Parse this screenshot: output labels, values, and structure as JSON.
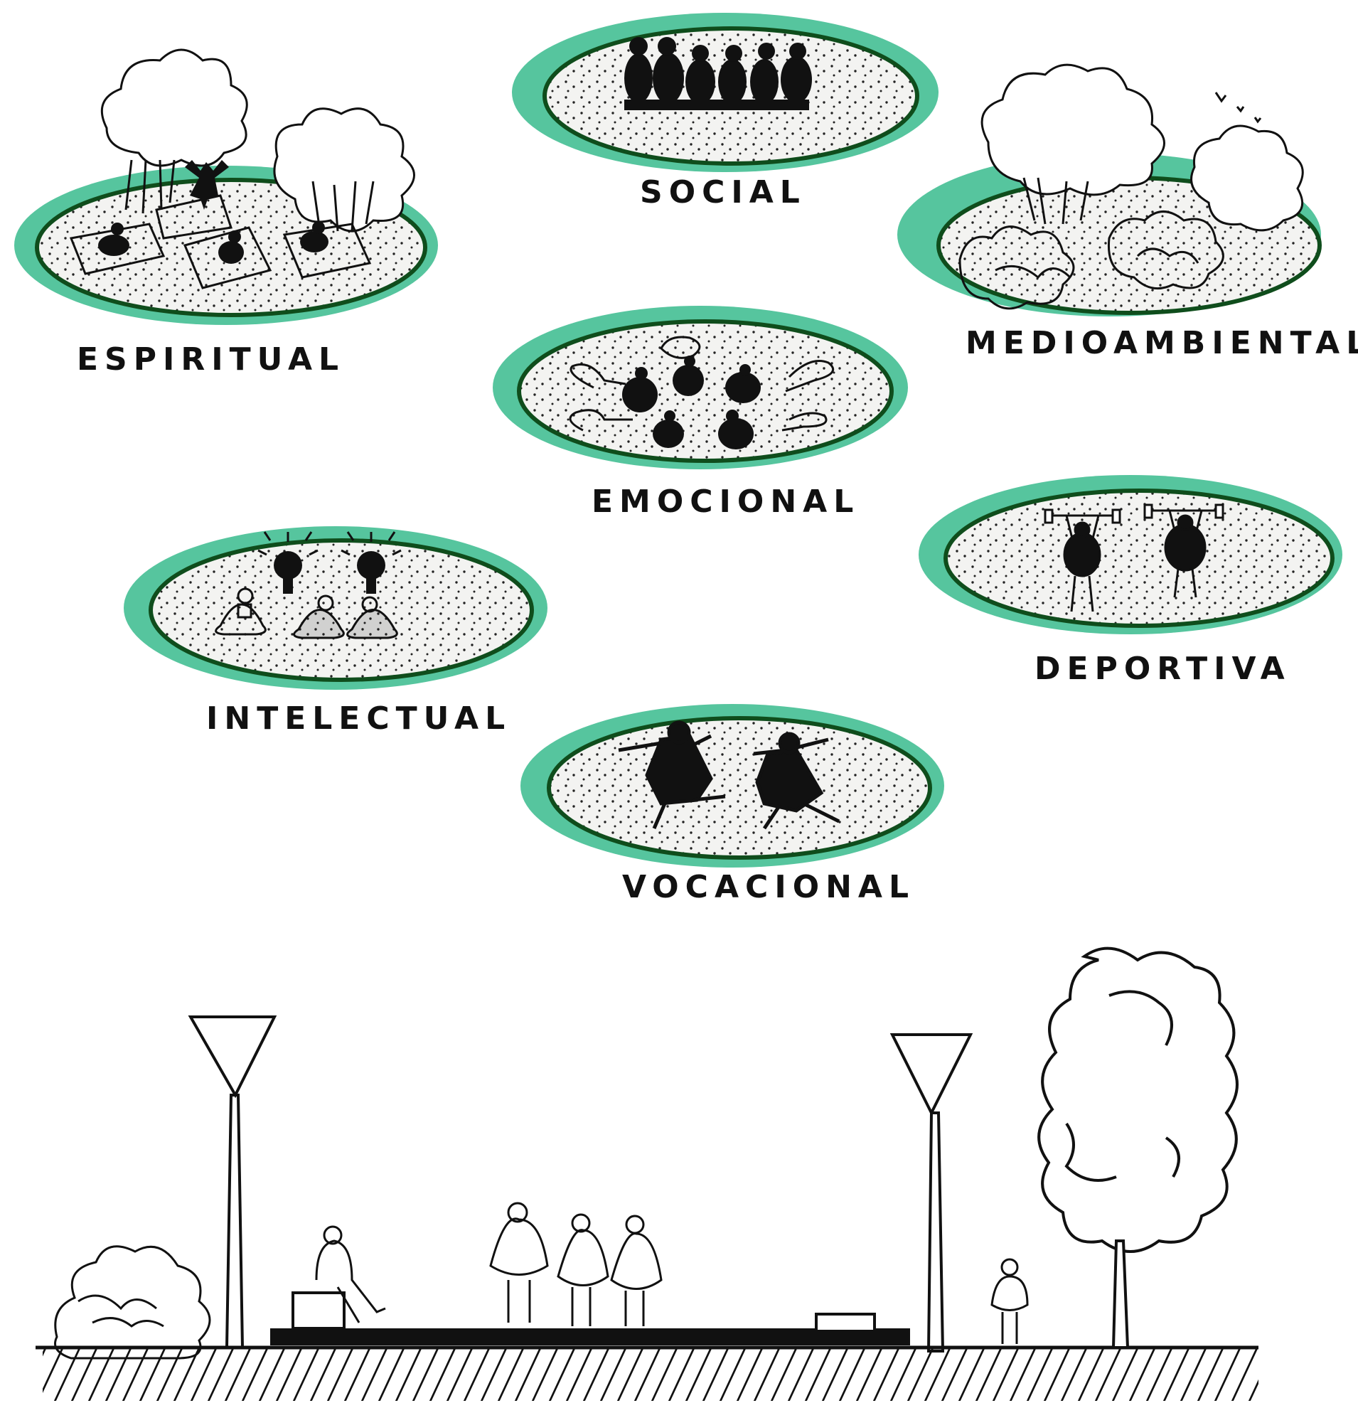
{
  "palette": {
    "halo": "#56c59e",
    "rim": "#0f4d1c",
    "ground_fill": "#f3f3f1",
    "ink": "#111111"
  },
  "zones": [
    {
      "key": "espiritual",
      "label": "ESPIRITUAL",
      "icon": "meditation-mats-with-trees"
    },
    {
      "key": "social",
      "label": "SOCIAL",
      "icon": "group-of-people"
    },
    {
      "key": "medioambiental",
      "label": "MEDIOAMBIENTAL",
      "icon": "trees-and-shrubs"
    },
    {
      "key": "emocional",
      "label": "EMOCIONAL",
      "icon": "people-with-speech-bubbles"
    },
    {
      "key": "deportiva",
      "label": "DEPORTIVA",
      "icon": "people-lifting-weights"
    },
    {
      "key": "intelectual",
      "label": "INTELECTUAL",
      "icon": "people-with-lightbulb-ideas"
    },
    {
      "key": "vocacional",
      "label": "VOCACIONAL",
      "icon": "dancing-people"
    }
  ],
  "section": {
    "description_icon": "street-section-sketch",
    "elements": [
      "shrub",
      "street-lamp",
      "seated-person",
      "bench",
      "standing-people",
      "bench",
      "street-lamp",
      "child",
      "tree"
    ]
  }
}
